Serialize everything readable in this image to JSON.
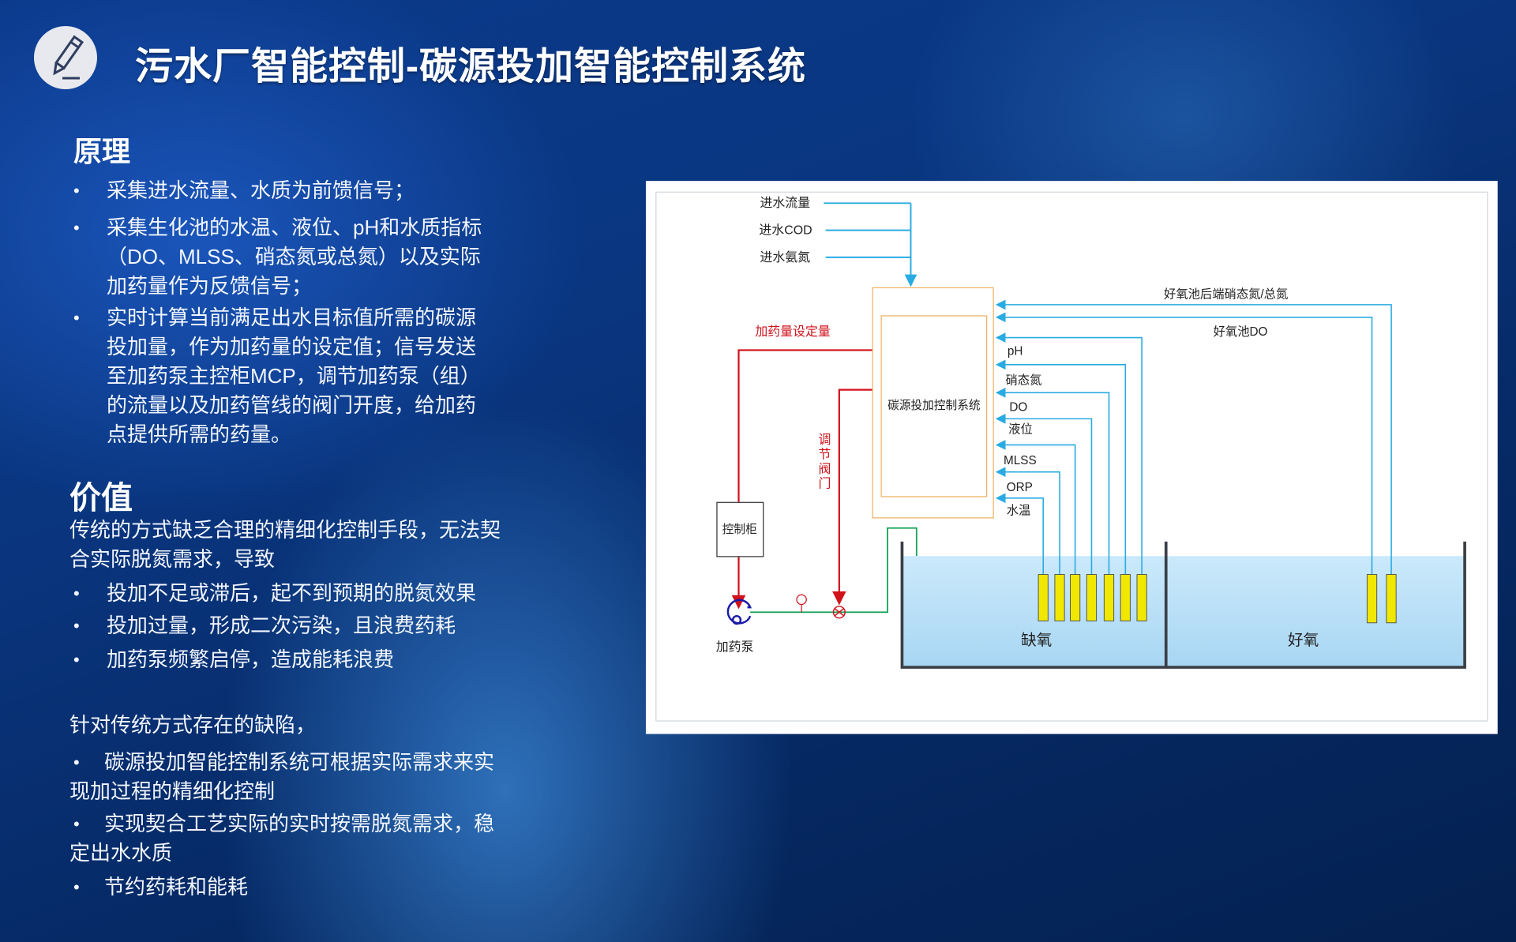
{
  "header": {
    "title": "污水厂智能控制-碳源投加智能控制系统",
    "icon": "pencil-icon"
  },
  "principle": {
    "heading": "原理",
    "bullets": [
      [
        "采集进水流量、水质为前馈信号；"
      ],
      [
        "采集生化池的水温、液位、pH和水质指标",
        "（DO、MLSS、硝态氮或总氮）以及实际",
        "加药量作为反馈信号；"
      ],
      [
        "实时计算当前满足出水目标值所需的碳源",
        "投加量，作为加药量的设定值；信号发送",
        "至加药泵主控柜MCP，调节加药泵（组）",
        "的流量以及加药管线的阀门开度，给加药",
        "点提供所需的药量。"
      ]
    ]
  },
  "value": {
    "heading": "价值",
    "intro": [
      "传统的方式缺乏合理的精细化控制手段，无法契",
      "合实际脱氮需求，导致"
    ],
    "problems": [
      "投加不足或滞后，起不到预期的脱氮效果",
      "投加过量，形成二次污染，且浪费药耗",
      "加药泵频繁启停，造成能耗浪费"
    ],
    "lead": "针对传统方式存在的缺陷，",
    "benefits": [
      [
        "碳源投加智能控制系统可根据实际需求来实",
        "现加过程的精细化控制"
      ],
      [
        "实现契合工艺实际的实时按需脱氮需求，稳",
        "定出水水质"
      ],
      [
        "节约药耗和能耗"
      ]
    ],
    "bullet": "•"
  },
  "diagram": {
    "inputs": [
      "进水流量",
      "进水COD",
      "进水氨氮"
    ],
    "controller": "碳源投加控制系统",
    "setpoint": "加药量设定量",
    "valve": [
      "调",
      "节",
      "阀",
      "门"
    ],
    "cabinet": "控制柜",
    "pump": "加药泵",
    "aerobic_nitrate": "好氧池后端硝态氮/总氮",
    "aerobic_do": "好氧池DO",
    "sensors": [
      "pH",
      "硝态氮",
      "DO",
      "液位",
      "MLSS",
      "ORP",
      "水温"
    ],
    "anoxic": "缺氧",
    "aerobic": "好氧",
    "colors": {
      "signal": "#29abe2",
      "control": "#d0121b",
      "pipe": "#1aa35a",
      "box": "#f0b060",
      "sensor": "#f0e800",
      "water": "#bfe3f8"
    }
  }
}
